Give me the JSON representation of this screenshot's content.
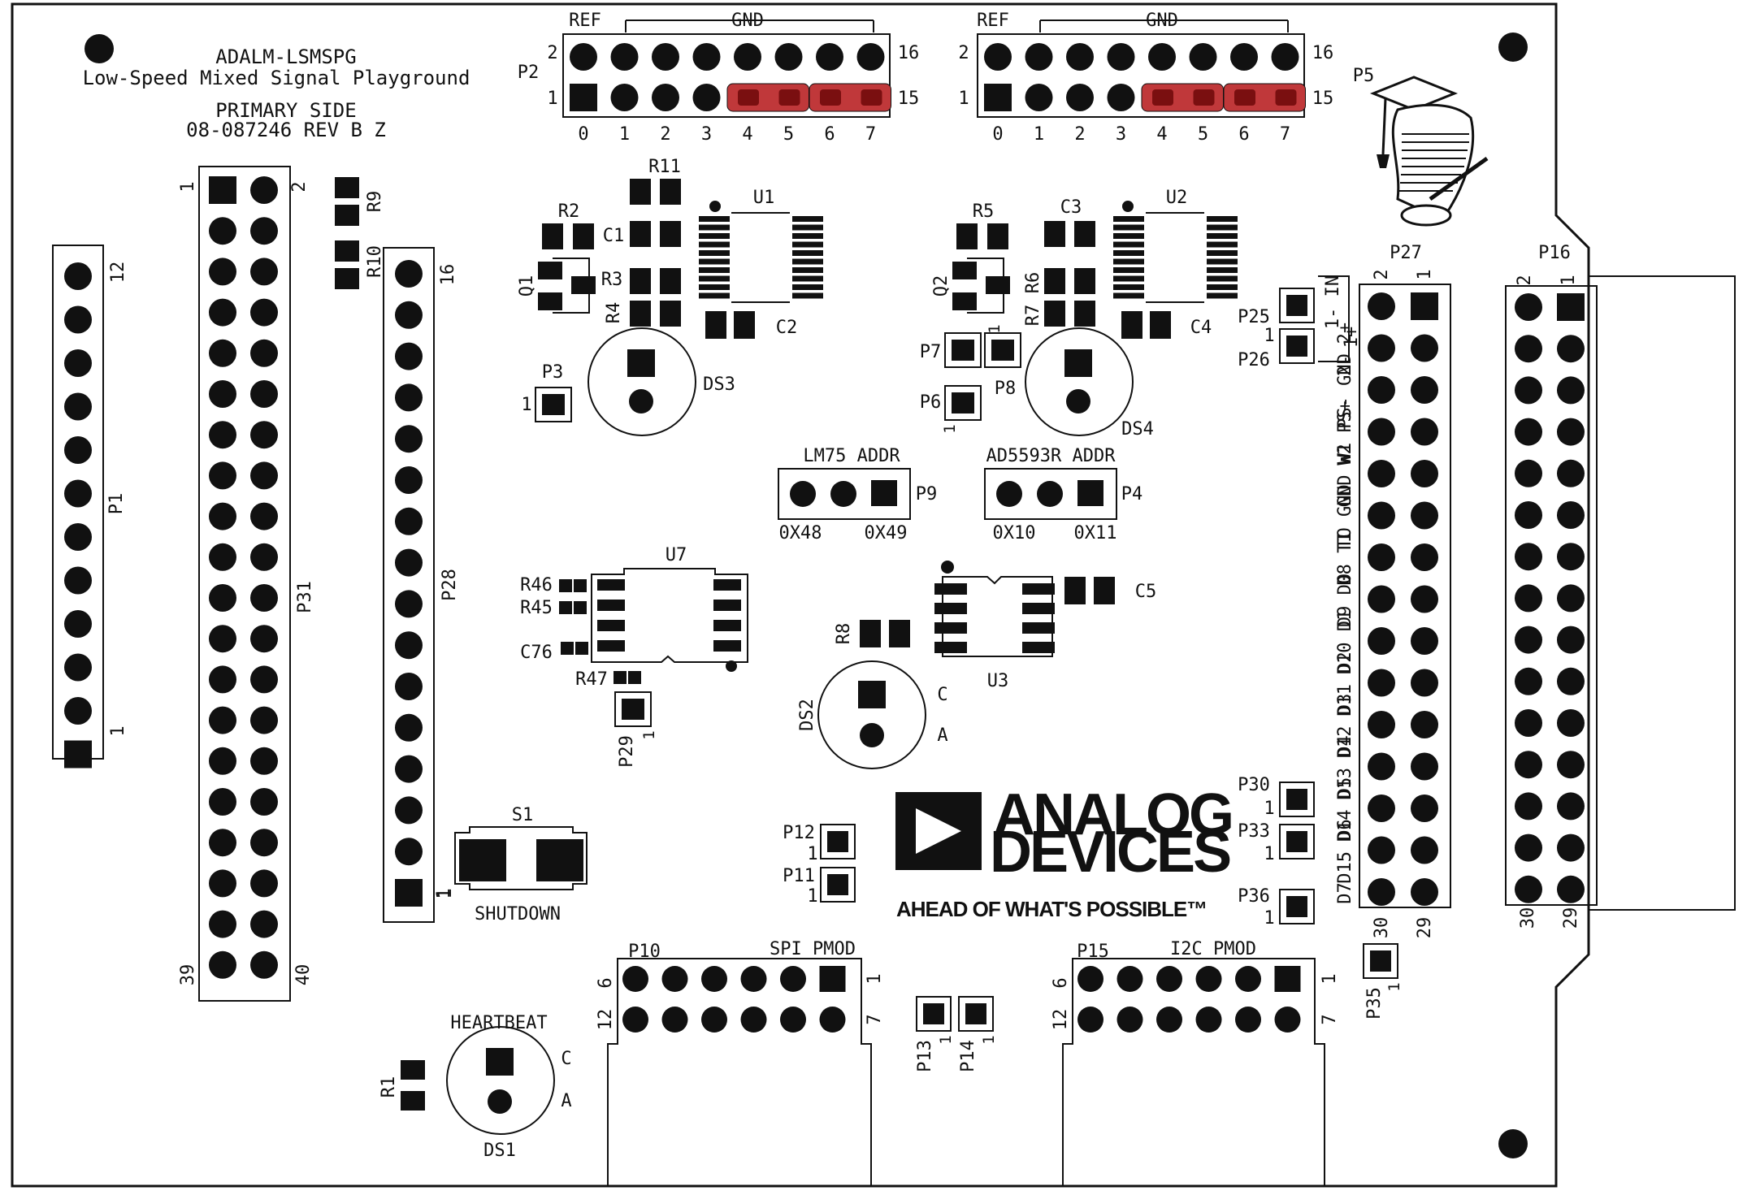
{
  "colors": {
    "ink": "#111111",
    "board": "#ffffff",
    "jumper": "#c0383a",
    "jumper_core": "#7a0f10"
  },
  "board": {
    "title": "ADALM-LSMSPG",
    "subtitle": "Low-Speed Mixed Signal Playground",
    "side": "PRIMARY SIDE",
    "part": "08-087246 REV B Z"
  },
  "p2": {
    "name": "P2",
    "ref": "REF",
    "gnd": "GND",
    "pin_top": "2",
    "pin_bottom": "1",
    "pin_top_right": "16",
    "pin_bottom_right": "15",
    "channels": [
      "0",
      "1",
      "2",
      "3",
      "4",
      "5",
      "6",
      "7"
    ]
  },
  "p5": {
    "name": "P5",
    "ref": "REF",
    "gnd": "GND",
    "pin_top": "2",
    "pin_bottom": "1",
    "pin_top_right": "16",
    "pin_bottom_right": "15",
    "channels": [
      "0",
      "1",
      "2",
      "3",
      "4",
      "5",
      "6",
      "7"
    ]
  },
  "p1": {
    "name": "P1",
    "pin_top": "12",
    "pin_bottom": "1"
  },
  "p31": {
    "name": "P31",
    "pin_tl": "1",
    "pin_tr": "2",
    "pin_bl": "39",
    "pin_br": "40"
  },
  "p28": {
    "name": "P28",
    "pin_top": "16",
    "pin_bottom": "1"
  },
  "resistors": {
    "r9": "R9",
    "r10": "R10",
    "r11": "R11",
    "r2": "R2",
    "r3": "R3",
    "r4": "R4",
    "r5": "R5",
    "r6": "R6",
    "r7": "R7",
    "r8": "R8",
    "r46": "R46",
    "r45": "R45",
    "r47": "R47",
    "r1": "R1"
  },
  "capacitors": {
    "c1": "C1",
    "c2": "C2",
    "c3": "C3",
    "c4": "C4",
    "c5": "C5",
    "c76": "C76"
  },
  "transistors": {
    "q1": "Q1",
    "q2": "Q2"
  },
  "ics": {
    "u1": "U1",
    "u2": "U2",
    "u3": "U3",
    "u7": "U7"
  },
  "leds": {
    "ds3": "DS3",
    "ds4": "DS4",
    "ds2": "DS2",
    "ds1": "DS1",
    "c": "C",
    "a": "A"
  },
  "headers": {
    "p3": "P3",
    "p6": "P6",
    "p7": "P7",
    "p8": "P8",
    "p9": "P9",
    "p4": "P4",
    "p29": "P29",
    "p12": "P12",
    "p11": "P11",
    "p13": "P13",
    "p14": "P14",
    "p25": "P25",
    "p26": "P26",
    "p30": "P30",
    "p33": "P33",
    "p36": "P36",
    "p35": "P35",
    "one": "1"
  },
  "addr": {
    "lm75": "LM75 ADDR",
    "lm75_a": "0X48",
    "lm75_b": "0X49",
    "ad5593r": "AD5593R ADDR",
    "ad_a": "0X10",
    "ad_b": "0X11"
  },
  "switch": {
    "name": "S1",
    "label": "SHUTDOWN",
    "pin": "1"
  },
  "heartbeat": "HEARTBEAT",
  "pmod": {
    "p10": "P10",
    "spi": "SPI PMOD",
    "p15": "P15",
    "i2c": "I2C PMOD",
    "pin6": "6",
    "pin1": "1",
    "pin12": "12",
    "pin7": "7"
  },
  "p27": {
    "name": "P27",
    "pin2": "2",
    "pin1": "1",
    "pin30": "30",
    "pin29": "29",
    "left_labels": [
      "2-  2+",
      "PS- GND",
      "W2 PS+",
      "GND W1",
      "TO GND",
      "D8 TI",
      "D9 D0",
      "D10 D1",
      "D11 D2",
      "D12 D3",
      "D13 D4",
      "D14 D5",
      "D15 D6",
      "D7"
    ],
    "in_labels": [
      "1- IN",
      "1+"
    ]
  },
  "p16": {
    "name": "P16",
    "pin2": "2",
    "pin1": "1",
    "pin30": "30",
    "pin29": "29"
  },
  "logo": {
    "line1": "ANALOG",
    "line2": "DEVICES",
    "tagline": "AHEAD OF WHAT'S POSSIBLE™"
  }
}
